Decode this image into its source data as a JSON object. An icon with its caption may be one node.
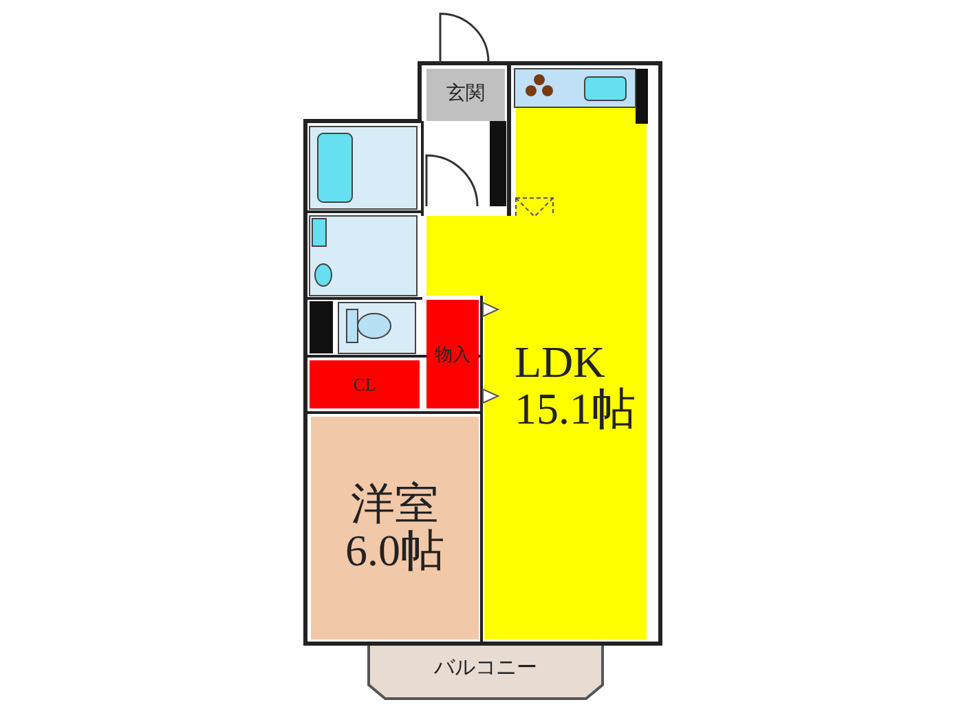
{
  "diagram": {
    "nodes": [
      {
        "text": [
          "玄関"
        ]
      },
      {
        "text": [
          "LDK",
          "15.1帖"
        ]
      },
      {
        "text": [
          "物入"
        ]
      },
      {
        "text": [
          "CL"
        ]
      },
      {
        "text": [
          "洋室",
          "6.0帖"
        ]
      },
      {
        "text": [
          "バルコニー"
        ]
      }
    ]
  }
}
